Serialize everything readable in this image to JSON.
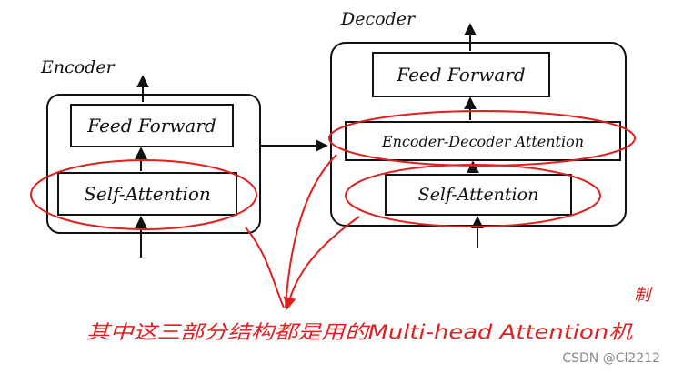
{
  "encoder": {
    "title": "Encoder",
    "blocks": [
      "Feed Forward",
      "Self-Attention"
    ]
  },
  "decoder": {
    "title": "Decoder",
    "blocks": [
      "Feed Forward",
      "Encoder-Decoder Attention",
      "Self-Attention"
    ]
  },
  "annotation": {
    "text": "其中这三部分结构都是用的Multi-head Attention机",
    "tail": "制"
  },
  "watermark": "CSDN @Cl2212",
  "colors": {
    "ink": "#111111",
    "annotation": "#e02020",
    "watermark": "#8a8a8a"
  }
}
